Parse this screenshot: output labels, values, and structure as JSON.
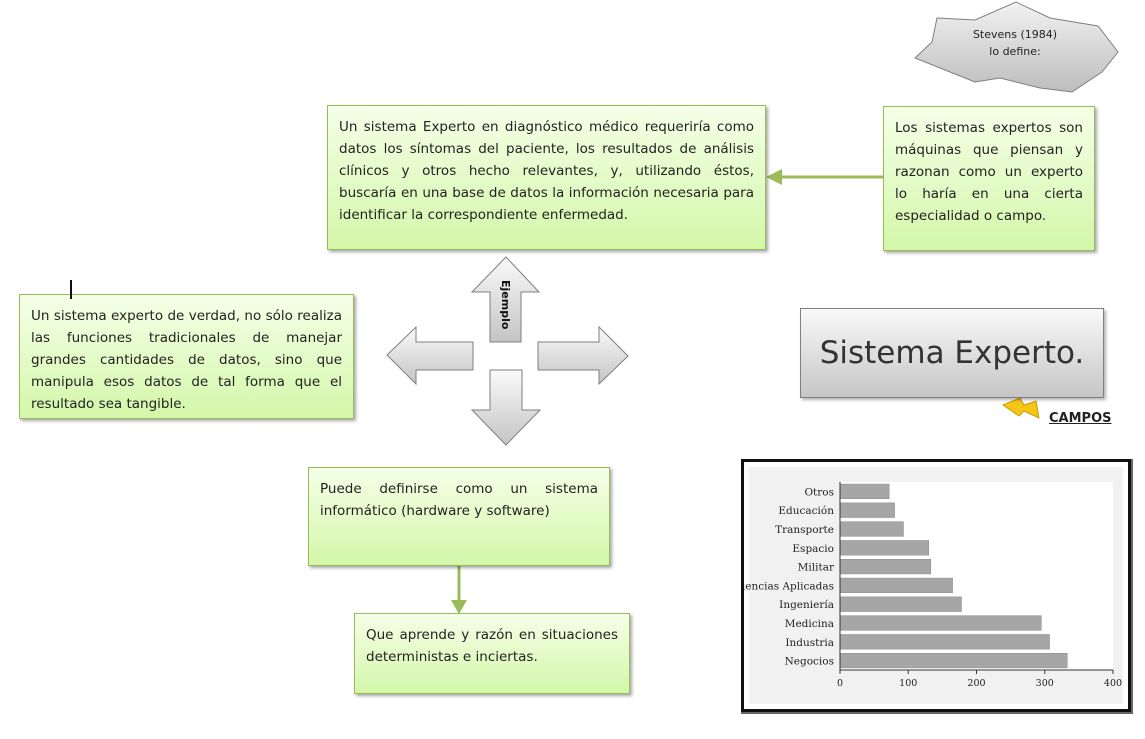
{
  "star": {
    "line1": "Stevens (1984)",
    "line2": "lo define:"
  },
  "boxes": {
    "stevens_def": "Los sistemas expertos son máquinas que piensan y razonan como un experto lo haría en una cierta especialidad o campo.",
    "ejemplo": "Un sistema Experto en diagnóstico médico requeriría como datos los síntomas del paciente, los resultados de análisis clínicos y otros hecho relevantes, y, utilizando éstos, buscaría en una base de datos la información necesaria para identificar la correspondiente enfermedad.",
    "verdad": "Un sistema experto de verdad, no sólo realiza las funciones tradicionales de manejar grandes cantidades de datos, sino que manipula esos datos de tal forma que el resultado sea tangible.",
    "definirse": "Puede definirse como un sistema informático (hardware y software)",
    "aprende": "Que aprende y razón en situaciones deterministas e inciertas."
  },
  "arrows": {
    "up_label": "Ejemplo"
  },
  "title": "Sistema Experto.",
  "campos_label": "CAMPOS",
  "colors": {
    "green_border": "#9bbb59",
    "bar": "#a6a6a6",
    "connector": "#9bbb59",
    "lightning": "#f5c518"
  },
  "icons": {
    "lightning": "lightning-icon"
  },
  "chart_data": {
    "type": "bar",
    "orientation": "horizontal",
    "categories": [
      "Otros",
      "Educación",
      "Transporte",
      "Espacio",
      "Militar",
      "Ciencias Aplicadas",
      "Ingeniería",
      "Medicina",
      "Industria",
      "Negocios"
    ],
    "values": [
      72,
      80,
      93,
      130,
      133,
      165,
      178,
      295,
      307,
      333
    ],
    "xlim": [
      0,
      400
    ],
    "xticks": [
      0,
      100,
      200,
      300,
      400
    ],
    "grid": false
  }
}
